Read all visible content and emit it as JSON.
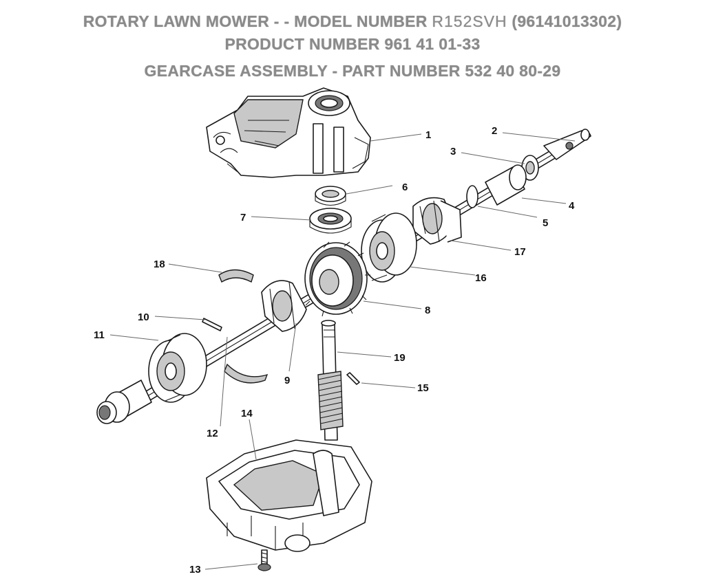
{
  "title": {
    "line1_prefix": "ROTARY LAWN MOWER - - MODEL NUMBER",
    "line1_model": "R152SVH",
    "line1_code": "(96141013302)",
    "line2": "PRODUCT NUMBER 961 41 01-33",
    "line3": "GEARCASE ASSEMBLY - PART NUMBER 532 40 80-29"
  },
  "callouts": {
    "c1": "1",
    "c2": "2",
    "c3": "3",
    "c4": "4",
    "c5": "5",
    "c6": "6",
    "c7": "7",
    "c8": "8",
    "c9": "9",
    "c10": "10",
    "c11": "11",
    "c12": "12",
    "c13": "13",
    "c14": "14",
    "c15": "15",
    "c16": "16",
    "c17": "17",
    "c18": "18",
    "c19": "19"
  }
}
